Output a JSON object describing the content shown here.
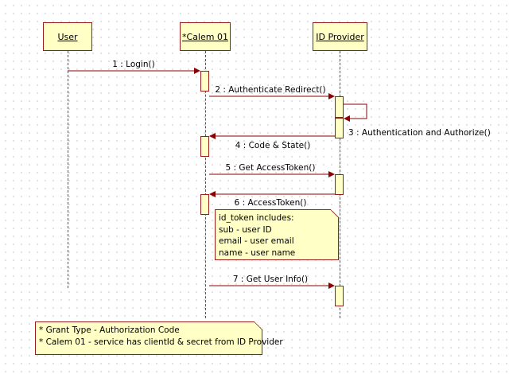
{
  "lifelines": [
    {
      "id": "user",
      "label": "User"
    },
    {
      "id": "calem",
      "label": "*Calem 01"
    },
    {
      "id": "idp",
      "label": "ID Provider"
    }
  ],
  "messages": [
    {
      "label": "1 : Login()",
      "from": "user",
      "to": "calem"
    },
    {
      "label": "2 : Authenticate Redirect()",
      "from": "calem",
      "to": "idp"
    },
    {
      "label": "3 : Authentication and Authorize()",
      "from": "idp",
      "to": "idp"
    },
    {
      "label": "4 : Code & State()",
      "from": "idp",
      "to": "calem"
    },
    {
      "label": "5 : Get AccessToken()",
      "from": "calem",
      "to": "idp"
    },
    {
      "label": "6 : AccessToken()",
      "from": "idp",
      "to": "calem"
    },
    {
      "label": "7 : Get User Info()",
      "from": "calem",
      "to": "idp"
    }
  ],
  "notes": {
    "id_token": {
      "lines": [
        "id_token includes:",
        "sub - user ID",
        "email - user email",
        "name - user name"
      ]
    },
    "footer": {
      "lines": [
        "* Grant Type - Authorization Code",
        "* Calem 01 - service has clientId & secret from ID Provider"
      ]
    }
  },
  "colors": {
    "box_fill": "#ffffc6",
    "border": "#9b1c1c",
    "arrow": "#8b0000",
    "lifeline": "#555555"
  }
}
